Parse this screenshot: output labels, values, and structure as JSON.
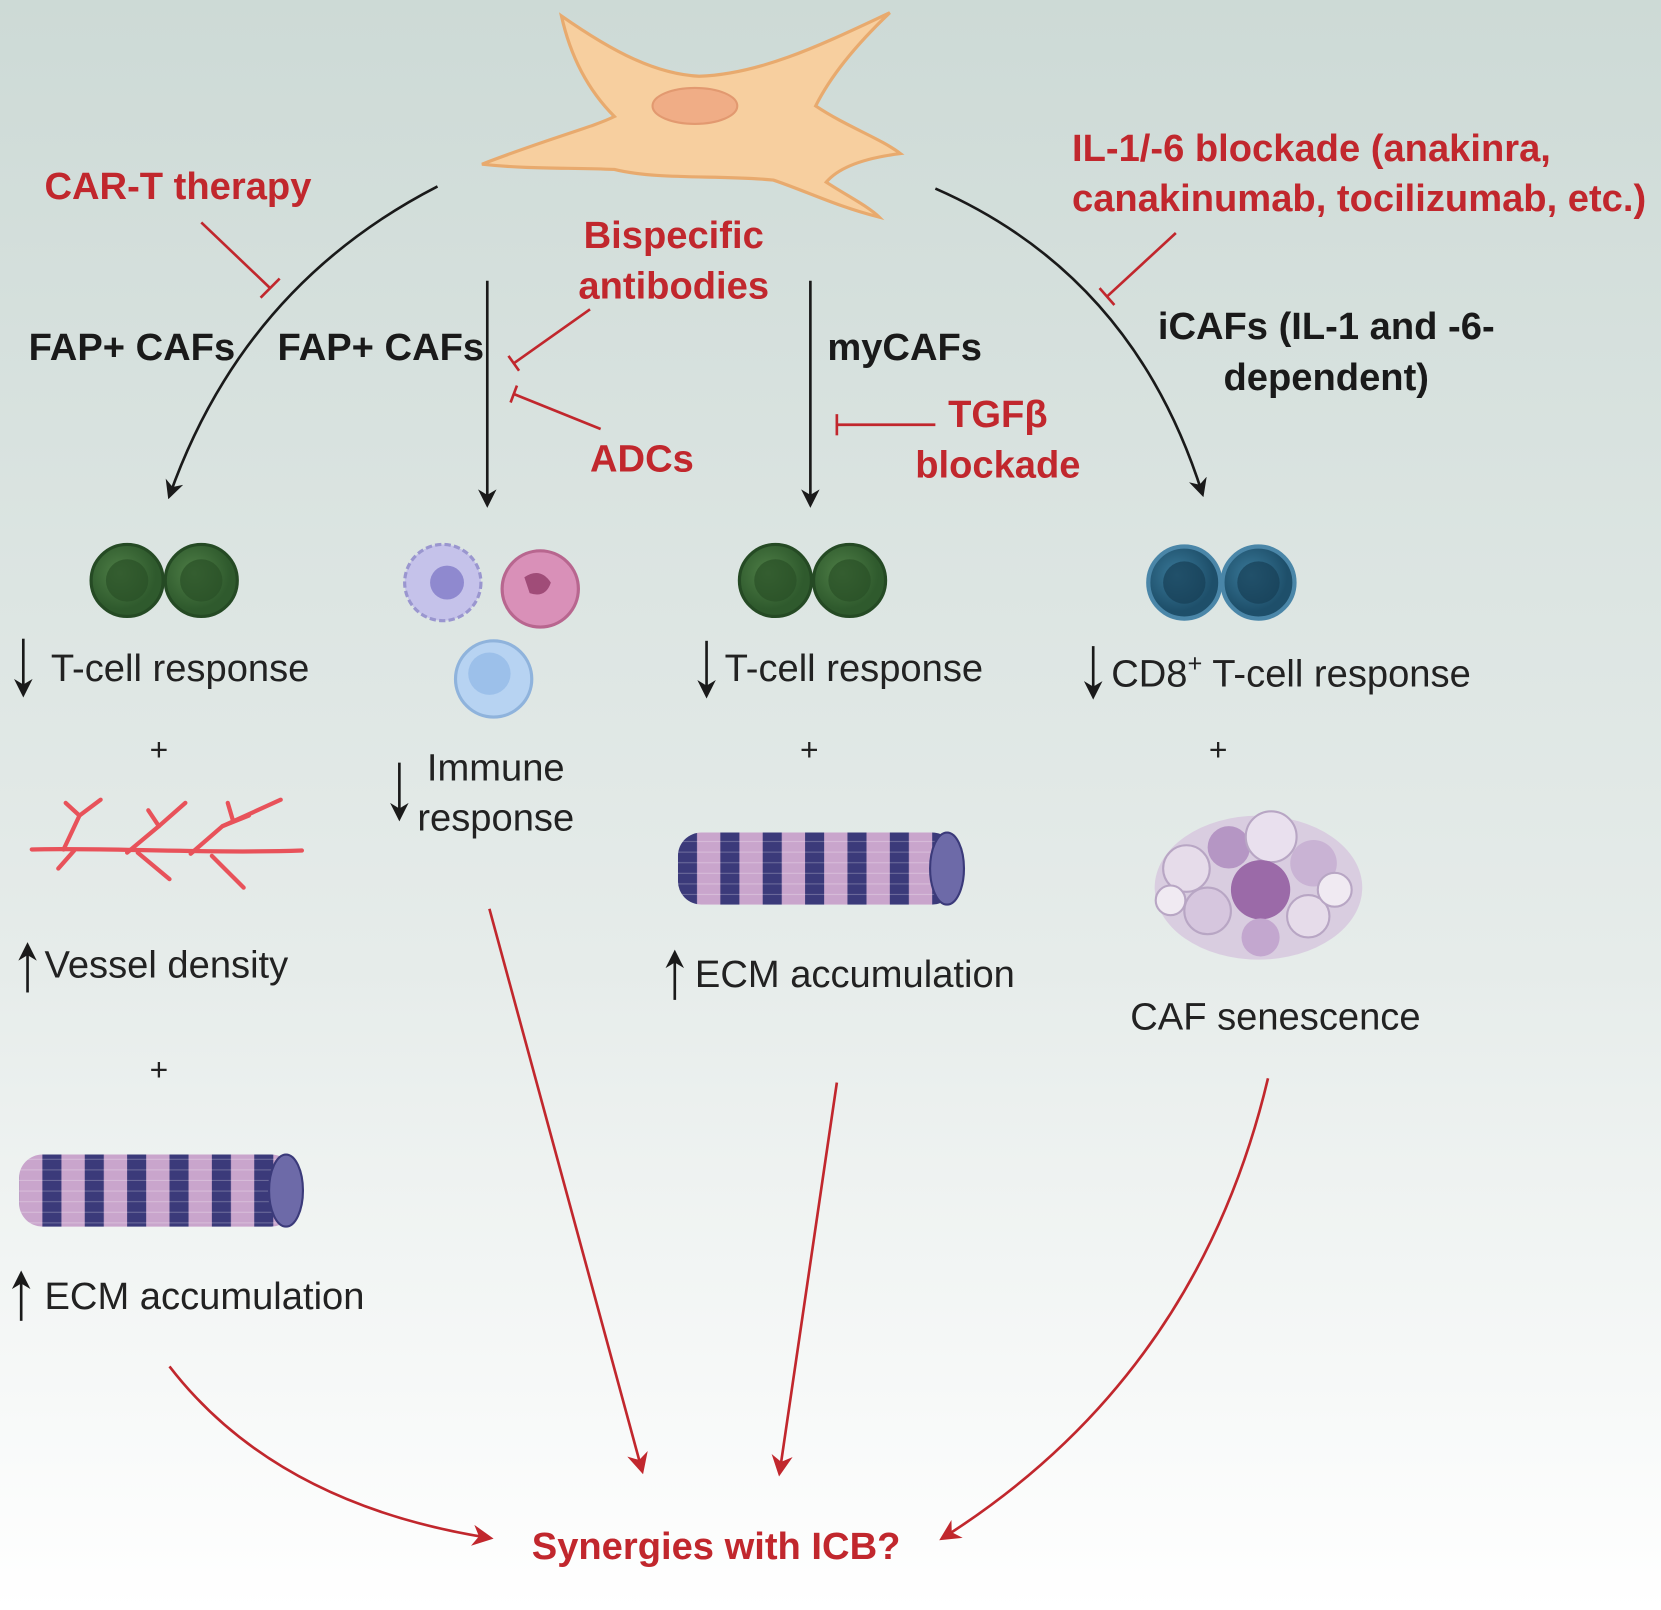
{
  "colors": {
    "inhibitor_red": "#c1272d",
    "arrow_black": "#1a1a1a",
    "fibroblast": "#f7cf9f",
    "t_cell_green": "#3f6e3c",
    "cd8_blue": "#2f6685",
    "vessel": "#e8525a",
    "ecm_dark": "#3b3a7a",
    "ecm_light": "#c9a5cc"
  },
  "therapies": {
    "car_t": "CAR-T therapy",
    "bispecific_line1": "Bispecific",
    "bispecific_line2": "antibodies",
    "adcs": "ADCs",
    "tgfb_line1": "TGFβ",
    "tgfb_line2": "blockade",
    "il_line1": "IL-1/-6 blockade (anakinra,",
    "il_line2": "canakinumab, tocilizumab, etc.)"
  },
  "caf_subtypes": {
    "fap1": "FAP+ CAFs",
    "fap2": "FAP+ CAFs",
    "mycafs": "myCAFs",
    "icafs_line1": "iCAFs (IL-1 and -6-",
    "icafs_line2": "dependent)"
  },
  "effects": {
    "col1": {
      "tcell": "T-cell response",
      "plus1": "+",
      "vessel": "Vessel density",
      "plus2": "+",
      "ecm": "ECM accumulation"
    },
    "col2": {
      "immune_line1": "Immune",
      "immune_line2": "response"
    },
    "col3": {
      "tcell": "T-cell response",
      "plus": "+",
      "ecm": "ECM accumulation"
    },
    "col4": {
      "cd8_prefix": "CD8",
      "cd8_sup": "+",
      "cd8_suffix": " T-cell response",
      "plus": "+",
      "senescence": "CAF senescence"
    }
  },
  "outcome": "Synergies with ICB?",
  "icons": [
    "fibroblast-icon",
    "t-cell-icon",
    "immune-cells-icon",
    "blood-vessel-icon",
    "ecm-fiber-icon",
    "senescent-caf-icon",
    "inhibition-bar-icon",
    "arrow-icon"
  ]
}
